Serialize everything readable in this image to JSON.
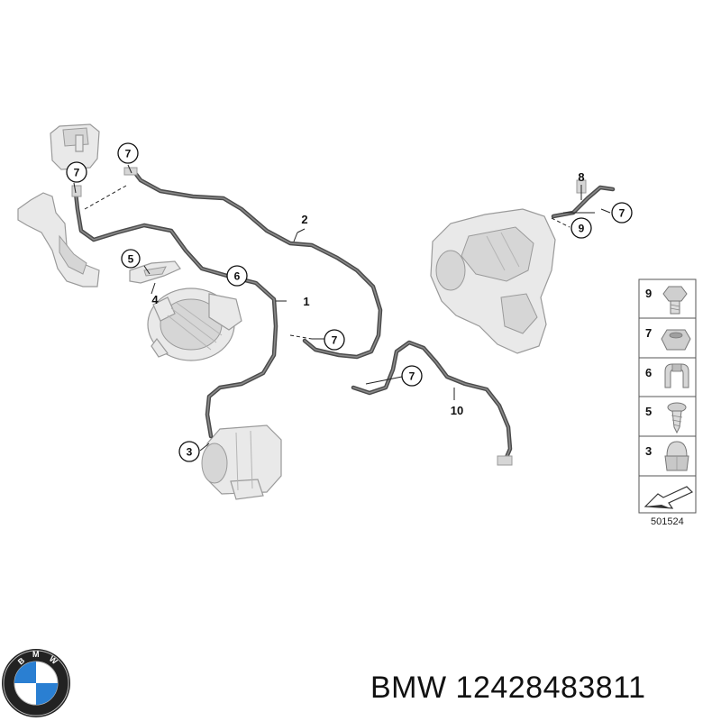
{
  "callouts": [
    {
      "id": "c7a",
      "num": "7"
    },
    {
      "id": "c7b",
      "num": "7"
    },
    {
      "id": "c2",
      "num": "2"
    },
    {
      "id": "c8",
      "num": "8"
    },
    {
      "id": "c7c",
      "num": "7"
    },
    {
      "id": "c9",
      "num": "9"
    },
    {
      "id": "c5",
      "num": "5"
    },
    {
      "id": "c4",
      "num": "4"
    },
    {
      "id": "c6",
      "num": "6"
    },
    {
      "id": "c1",
      "num": "1"
    },
    {
      "id": "c7d",
      "num": "7"
    },
    {
      "id": "c7e",
      "num": "7"
    },
    {
      "id": "c10",
      "num": "10"
    },
    {
      "id": "c3",
      "num": "3"
    }
  ],
  "legend": {
    "items": [
      {
        "num": "9",
        "part": "bolt-icon"
      },
      {
        "num": "7",
        "part": "hex-nut-icon"
      },
      {
        "num": "6",
        "part": "cable-clip-icon"
      },
      {
        "num": "5",
        "part": "screw-icon"
      },
      {
        "num": "3",
        "part": "cap-nut-icon"
      }
    ],
    "direction": "arrow-icon"
  },
  "diagram_ref": "501524",
  "brand": {
    "logo": "bmw-logo-icon",
    "logo_letters": "BMW",
    "text": "BMW 12428483811"
  }
}
